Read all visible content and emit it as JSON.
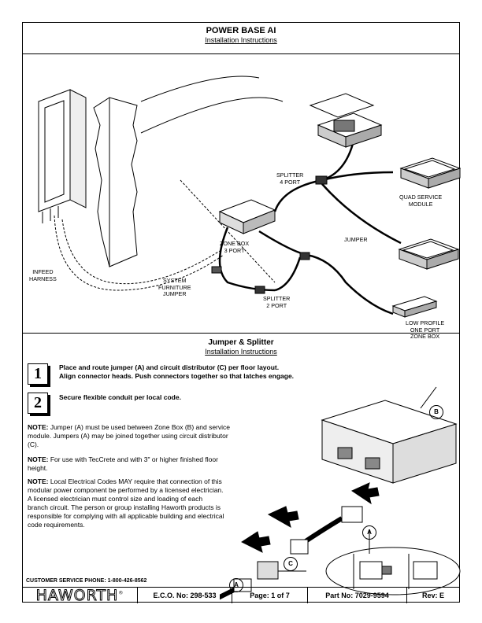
{
  "header": {
    "title": "POWER BASE AI",
    "subtitle": "Installation Instructions"
  },
  "illustration": {
    "labels": {
      "splitter4": "SPLITTER\n4 PORT",
      "quad": "QUAD SERVICE\nMODULE",
      "zonebox3": "ZONE BOX\n3 PORT",
      "jumper": "JUMPER",
      "infeed": "INFEED\nHARNESS",
      "sysfurn": "SYSTEM\nFURNITURE\nJUMPER",
      "splitter2": "SPLITTER\n2 PORT",
      "lowprofile": "LOW PROFILE\nONE PORT\nZONE BOX"
    }
  },
  "section2": {
    "title": "Jumper & Splitter",
    "subtitle": "Installation Instructions",
    "steps": [
      {
        "num": "1",
        "text": "Place and route jumper (A) and circuit distributor (C) per floor layout.\nAlign connector heads.  Push connectors together so that latches engage."
      },
      {
        "num": "2",
        "text": "Secure flexible conduit per local code."
      }
    ],
    "note1": {
      "label": "NOTE:",
      "text": " Jumper (A) must be used between Zone Box (B) and service module. Jumpers (A) may be joined together using circuit distributor (C)."
    },
    "note2": {
      "label": "NOTE:",
      "text": " For use with TecCrete and with 3\" or higher finished floor height."
    },
    "note3": {
      "label": "NOTE:",
      "text": "  Local Electrical Codes MAY require that connection of this modular power component be performed by a licensed electrician.  A licensed electrician must control size and loading of each branch circuit.  The person or group installing Haworth products is responsible for complying with all applicable building and electrical code requirements."
    },
    "callouts": {
      "a": "A",
      "b": "B",
      "c": "C"
    }
  },
  "customer_service": "CUSTOMER SERVICE PHONE: 1-800-426-8562",
  "footer": {
    "logo": "HAWORTH",
    "logo_mark": "®",
    "eco": "E.C.O. No:  298-533",
    "page": "Page:  1 of 7",
    "part": "Part No:  7029-9594",
    "rev": "Rev:  E"
  }
}
